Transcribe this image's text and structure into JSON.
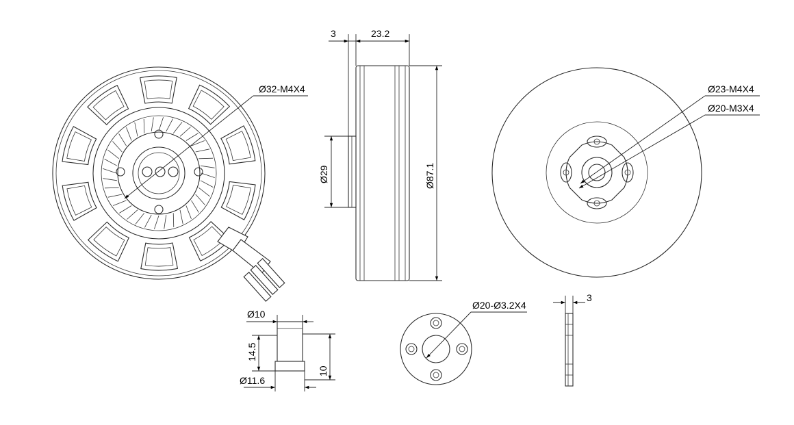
{
  "labels": {
    "front_mount": "Ø32-M4X4",
    "width_shaft": "3",
    "width_body": "23.2",
    "diameter_stator": "Ø29",
    "diameter_outer": "Ø87.1",
    "rear_mount_a": "Ø23-M4X4",
    "rear_mount_b": "Ø20-M3X4",
    "spacer_top": "Ø10",
    "spacer_height": "14.5",
    "spacer_bottom": "Ø11.6",
    "spacer_length": "10",
    "adapter_mount": "Ø20-Ø3.2X4",
    "plate_thickness": "3"
  },
  "colors": {
    "line": "#2a2a2a",
    "text": "#000000",
    "background": "#ffffff"
  }
}
